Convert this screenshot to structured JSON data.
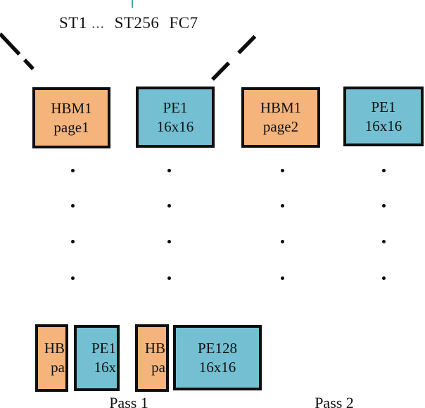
{
  "figure": {
    "header": {
      "st1": "ST1",
      "ellipsis": "...",
      "st256": "ST256",
      "fc7": "FC7"
    },
    "row1": {
      "hbm1_page1": {
        "line1": "HBM1",
        "line2": "page1"
      },
      "pe1_a": {
        "line1": "PE1",
        "line2": "16x16"
      },
      "hbm1_page2": {
        "line1": "HBM1",
        "line2": "page2"
      },
      "pe1_b": {
        "line1": "PE1",
        "line2": "16x16"
      }
    },
    "row2": {
      "hbm_clipped_1": {
        "line1": "HB",
        "line2": "pa"
      },
      "pe_clipped": {
        "line1": "PE1",
        "line2": "16x"
      },
      "hbm_clipped_2": {
        "line1": "HB",
        "line2": "pa"
      },
      "pe128": {
        "line1": "PE128",
        "line2": "16x16"
      }
    },
    "footer": {
      "pass1": "Pass 1",
      "pass2": "Pass 2"
    }
  },
  "colors": {
    "hbm": "#f5b47c",
    "pe": "#74c0d2",
    "ink": "#0d0d0d",
    "tick": "#4aa5ad"
  }
}
